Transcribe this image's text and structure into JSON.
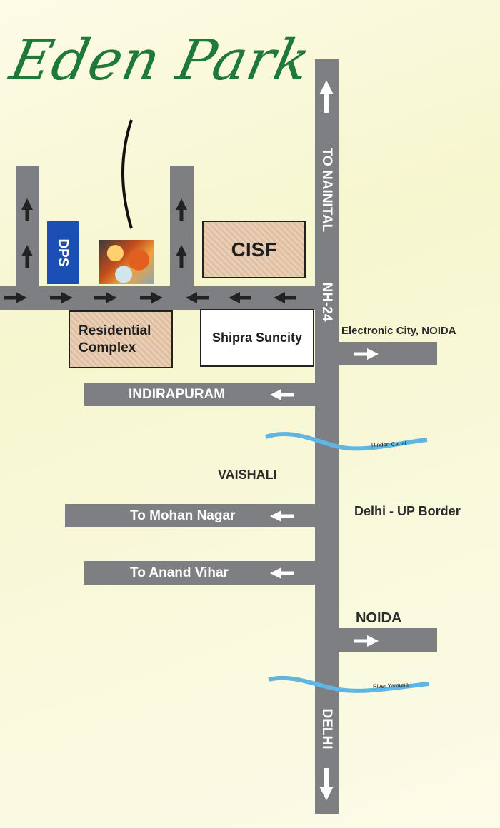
{
  "title": "Eden Park",
  "highway": {
    "north_label": "TO NAINITAL",
    "highway_label": "NH-24",
    "south_label": "DELHI"
  },
  "landmarks": {
    "dps": "DPS",
    "cisf": "CISF",
    "residential_line1": "Residential",
    "residential_line2": "Complex",
    "shipra": "Shipra Suncity"
  },
  "roads": {
    "indirapuram": "INDIRAPURAM",
    "mohan_nagar": "To Mohan Nagar",
    "anand_vihar": "To Anand Vihar"
  },
  "places": {
    "electronic_city": "Electronic City, NOIDA",
    "vaishali": "VAISHALI",
    "delhi_up_border": "Delhi - UP Border",
    "noida": "NOIDA"
  },
  "water": {
    "hindon": "Hindon Canal",
    "yamuna": "River Yamuna"
  },
  "colors": {
    "road": "#7d7f82",
    "title": "#1f7a3a",
    "water": "#5fb6e4",
    "dps_box": "#1c4fb3"
  }
}
